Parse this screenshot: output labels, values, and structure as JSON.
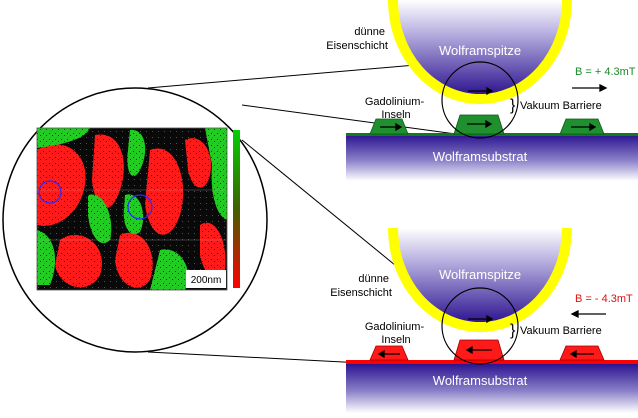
{
  "top": {
    "thin_layer": [
      "dünne",
      "Eisenschicht"
    ],
    "tip": "Wolframspitze",
    "substrate": "Wolframsubstrat",
    "islands": [
      "Gadolinium-",
      "Inseln"
    ],
    "barrier": "Vakuum Barriere",
    "field": "B = + 4.3mT",
    "field_color": "#1a8a2a",
    "island_color": "#1f8f2f"
  },
  "bottom": {
    "thin_layer": [
      "dünne",
      "Eisenschicht"
    ],
    "tip": "Wolframspitze",
    "substrate": "Wolframsubstrat",
    "islands": [
      "Gadolinium-",
      "Inseln"
    ],
    "barrier": "Vakuum Barriere",
    "field": "B = - 4.3mT",
    "field_color": "#e01010",
    "island_color": "#ff1a1a"
  },
  "scale_bar": "200nm",
  "colors": {
    "tip_coat": "#ffff00",
    "substrate": "#3c1fa0",
    "tip": "#3a1f9a"
  }
}
